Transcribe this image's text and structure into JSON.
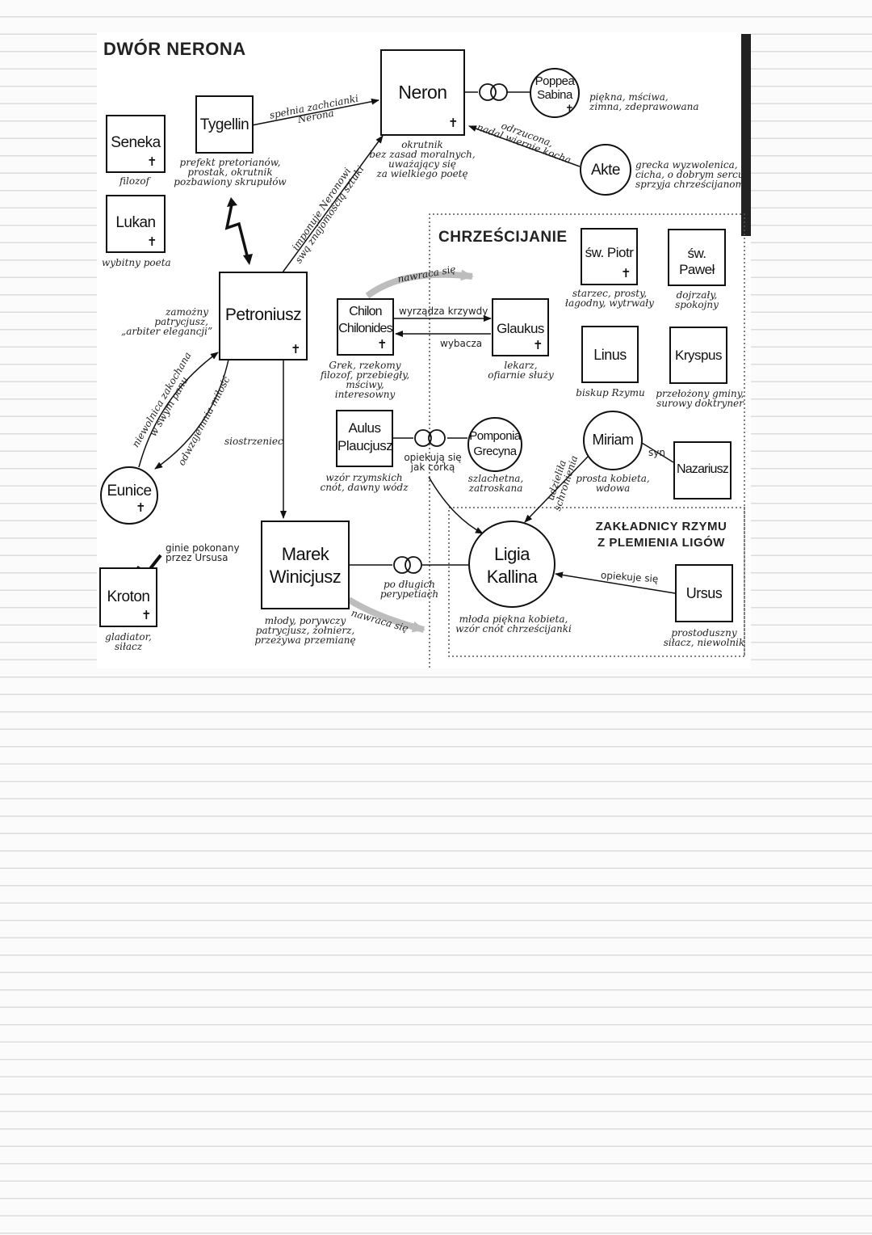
{
  "heading_court": "DWÓR NERONA",
  "heading_christians": "CHRZEŚCIJANIE",
  "heading_founders": "ZAKŁADNICY RZYMU\nZ PLEMIENIA LIGÓW",
  "colors": {
    "ink": "#111111",
    "paper": "#ffffff",
    "page": "#fbfbfb",
    "rule": "#dcdcdc",
    "arrow_grey": "#bdbdbd"
  },
  "characters": {
    "seneka": {
      "name": "Seneka",
      "desc": "filozof"
    },
    "lukan": {
      "name": "Lukan",
      "desc": "wybitny poeta"
    },
    "tygellin": {
      "name": "Tygellin",
      "desc": "prefekt pretorianów,\nprostak, okrutnik\npozbawiony skrupułów"
    },
    "neron": {
      "name": "Neron",
      "desc": "okrutnik\nbez zasad moralnych,\nuważający się\nza wielkiego poetę"
    },
    "poppea": {
      "name": "Poppea\nSabina",
      "desc": "piękna, mściwa,\nzimna, zdeprawowana"
    },
    "akte": {
      "name": "Akte",
      "desc": "grecka wyzwolenica,\ncicha, o dobrym sercu,\nsprzyja chrześcijanom"
    },
    "petroniusz": {
      "name": "Petroniusz",
      "desc": "zamożny\npatrycjusz,\n„arbiter elegancji”"
    },
    "eunice": {
      "name": "Eunice"
    },
    "kroton": {
      "name": "Kroton",
      "desc": "gladiator,\nsiłacz"
    },
    "winicjusz": {
      "name": "Marek\nWinicjusz",
      "desc": "młody, porywczy\npatrycjusz, żołnierz,\nprzeżywa przemianę"
    },
    "chilon": {
      "name": "Chilon\nChilonides",
      "desc": "Grek, rzekomy\nfilozof, przebiegły,\nmściwy,\ninteresowny"
    },
    "glaukus": {
      "name": "Glaukus",
      "desc": "lekarz,\nofiarnie służy"
    },
    "aulus": {
      "name": "Aulus\nPlaucjusz",
      "desc": "wzór rzymskich\ncnót, dawny wódz"
    },
    "pomponia": {
      "name": "Pomponia\nGrecyna",
      "desc": "szlachetna,\nzatroskana"
    },
    "piotr": {
      "name": "św. Piotr",
      "desc": "starzec, prosty,\nłagodny, wytrwały"
    },
    "pawel": {
      "name": "św. Paweł",
      "desc": "dojrzały,\nspokojny"
    },
    "linus": {
      "name": "Linus",
      "desc": "biskup Rzymu"
    },
    "kryspus": {
      "name": "Kryspus",
      "desc": "przełożony gminy,\nsurowy doktryner"
    },
    "miriam": {
      "name": "Miriam",
      "desc": "prosta kobieta,\nwdowa"
    },
    "nazariusz": {
      "name": "Nazariusz"
    },
    "ligia": {
      "name": "Ligia\nKallina",
      "desc": "młoda piękna kobieta,\nwzór cnót chrześcijanki"
    },
    "ursus": {
      "name": "Ursus",
      "desc": "prostoduszny\nsiłacz, niewolnik"
    }
  },
  "relations": {
    "tygellin_neron": "spełnia zachcianki\nNerona",
    "petroniusz_neron": "imponuje Neronowi\nswą znajomością sztuki",
    "akte_neron": "odrzucona,\nnadal wiernie kocha",
    "eunice_petroniusz": "niewolnica zakochana\nw swym panu",
    "petroniusz_eunice": "odwzajemnia miłość",
    "petroniusz_winicjusz": "siostrzeniec",
    "kroton_winicjusz": "ginie pokonany\nprzez Ursusa",
    "winicjusz_ligia": "po długich\nperypetiach",
    "chilon_converts": "nawraca się",
    "winicjusz_converts": "nawraca się",
    "chilon_glaukus": "wyrządza krzywdy",
    "glaukus_chilon": "wybacza",
    "aulus_ligia": "opiekują się\njak córką",
    "miriam_ligia": "udzieliła\nschronienia",
    "miriam_nazariusz": "syn",
    "ursus_ligia": "opiekuje się"
  }
}
